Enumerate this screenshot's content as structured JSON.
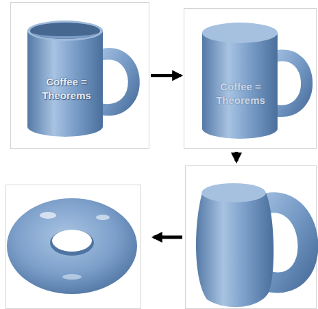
{
  "diagram": {
    "nodes": [
      {
        "text": [
          "Coffee = Theorems"
        ]
      },
      {
        "text": [
          "Coffee = Theorems"
        ]
      }
    ],
    "edges": [
      {
        "from": 0,
        "to": 1,
        "arrow": "to"
      }
    ]
  }
}
